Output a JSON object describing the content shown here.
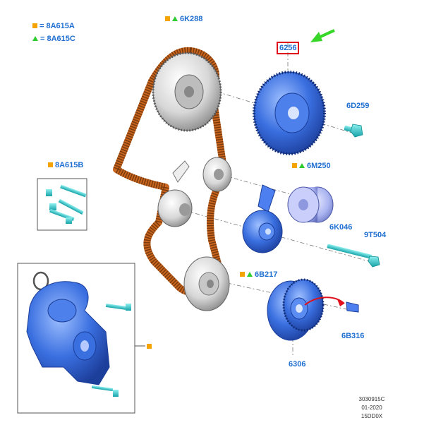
{
  "legend": {
    "items": [
      {
        "marker": "square",
        "color": "#f5a300",
        "text": "= 8A615A"
      },
      {
        "marker": "triangle",
        "color": "#2ecc2e",
        "text": "= 8A615C"
      }
    ]
  },
  "callouts": {
    "belt": "6K288",
    "cam_pulley": "6256",
    "cam_bolt": "6D259",
    "bolt_kit": "8A615B",
    "idler": "6M250",
    "tensioner": "6K046",
    "tensioner_bolt": "9T504",
    "crank_sprocket": "6B217",
    "crank_pulley": "6306",
    "key": "6B316"
  },
  "reference": {
    "code": "3030915C",
    "date": "01-2020",
    "model": "15DD0X"
  },
  "colors": {
    "callout": "#1f6fd1",
    "belt": "#c8651e",
    "part_blue": "#3a6fe0",
    "fastener": "#2ec9c9",
    "highlight_box": "#e0101a",
    "pointer_arrow": "#37d629",
    "legend_square": "#f5a300",
    "legend_triangle": "#2ecc2e"
  }
}
